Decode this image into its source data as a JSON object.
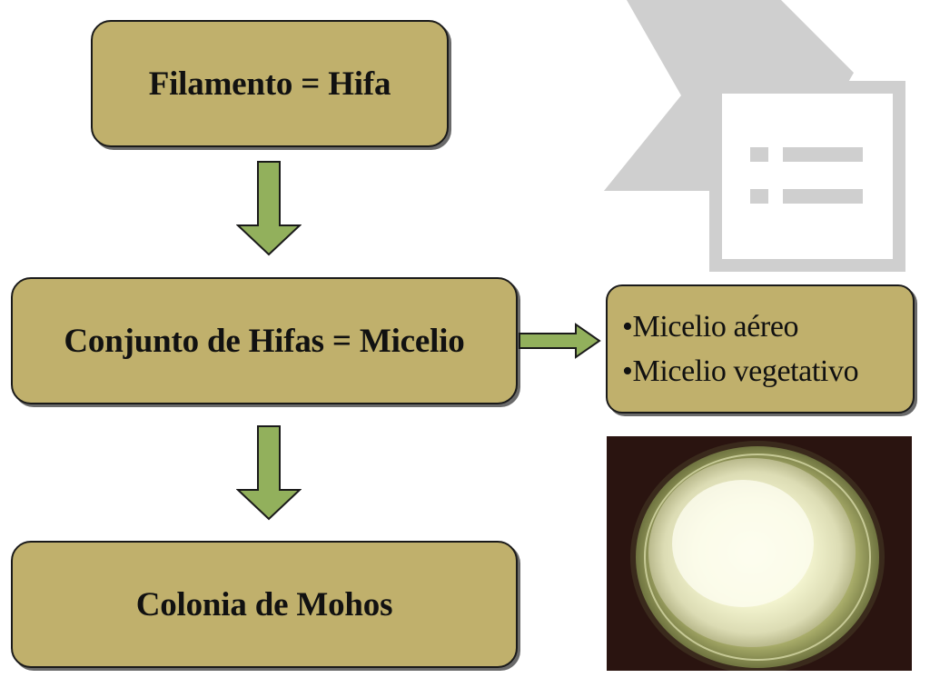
{
  "nodes": {
    "hifa": "Filamento = Hifa",
    "micelio": "Conjunto de Hifas = Micelio",
    "colonia": "Colonia de Mohos",
    "tipos": [
      "•Micelio aéreo",
      "•Micelio vegetativo"
    ]
  },
  "colors": {
    "box_fill": "#c0b06c",
    "arrow_fill": "#92b05c",
    "photo_background": "#2a1410"
  },
  "icons": {
    "watermark": "document-list-icon",
    "photo": "petri-dish-mold-colony-photo"
  }
}
